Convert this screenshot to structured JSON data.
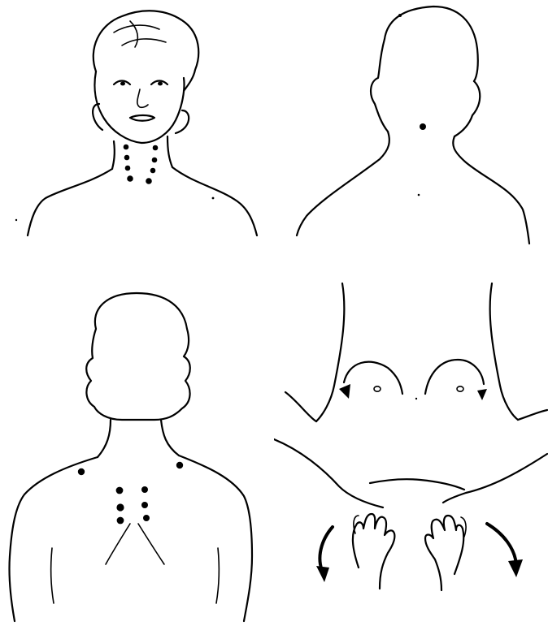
{
  "figure": {
    "panels": [
      {
        "id": "front-view",
        "points": 8
      },
      {
        "id": "back-head-view",
        "points": 1
      },
      {
        "id": "upper-back-view",
        "points": 8
      },
      {
        "id": "massage-view",
        "hands": 2,
        "arrows": 4
      }
    ]
  }
}
